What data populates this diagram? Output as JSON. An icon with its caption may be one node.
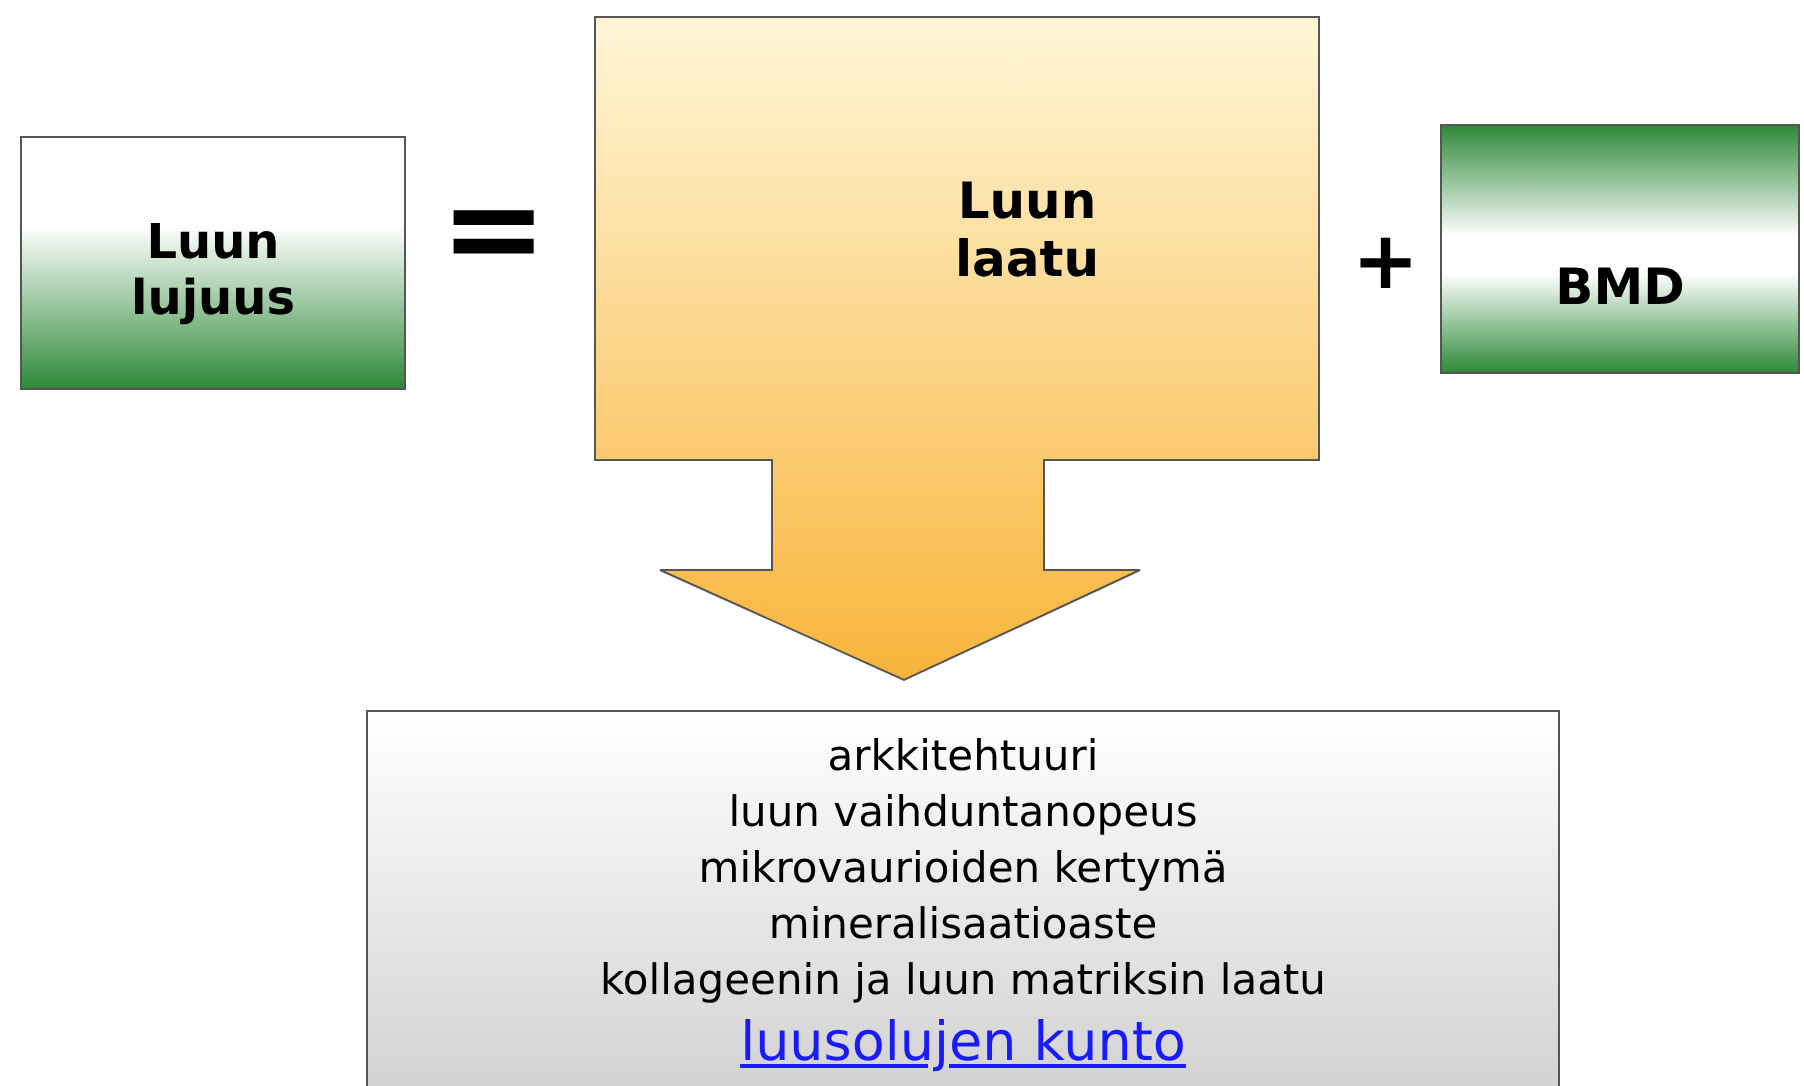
{
  "diagram": {
    "nodes": [
      {
        "text": [
          "Luun lujuus"
        ]
      },
      {
        "text": [
          "Luun laatu"
        ]
      },
      {
        "text": [
          "BMD"
        ]
      },
      {
        "text": [
          "arkkitehtuuri",
          "luun vaihduntanopeus",
          "mikrovaurioiden kertymä",
          "mineralisaatioaste",
          "kollageenin ja luun matriksin laatu",
          "luusolujen kunto"
        ]
      }
    ],
    "labels": [
      "=",
      "+"
    ]
  }
}
